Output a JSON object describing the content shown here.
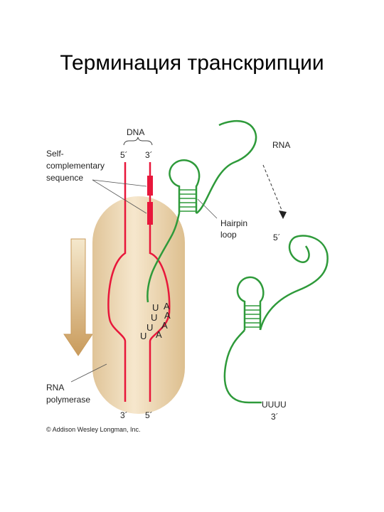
{
  "title": "Терминация транскрипции",
  "labels": {
    "dna": "DNA",
    "self_line1": "Self-",
    "self_line2": "complementary",
    "self_line3": "sequence",
    "rna_top": "RNA",
    "hairpin_line1": "Hairpin",
    "hairpin_line2": "loop",
    "five_prime_rna": "5´",
    "rna_poly_line1": "RNA",
    "rna_poly_line2": "polymerase",
    "uuuu": "UUUU",
    "three_prime_rna": "3´",
    "dna_top_5": "5´",
    "dna_top_3": "3´",
    "dna_bottom_3": "3´",
    "dna_bottom_5": "5´",
    "copyright": "© Addison Wesley Longman, Inc."
  },
  "bases": [
    "U",
    "U",
    "U",
    "U",
    "A",
    "A",
    "A",
    "A"
  ],
  "colors": {
    "dna_strand": "#e8173b",
    "rna": "#2e9a3a",
    "polymerase_light": "#f7e8cf",
    "polymerase_dark": "#e3c79a",
    "arrow_light": "#f3e3c3",
    "arrow_dark": "#cfa66a"
  }
}
